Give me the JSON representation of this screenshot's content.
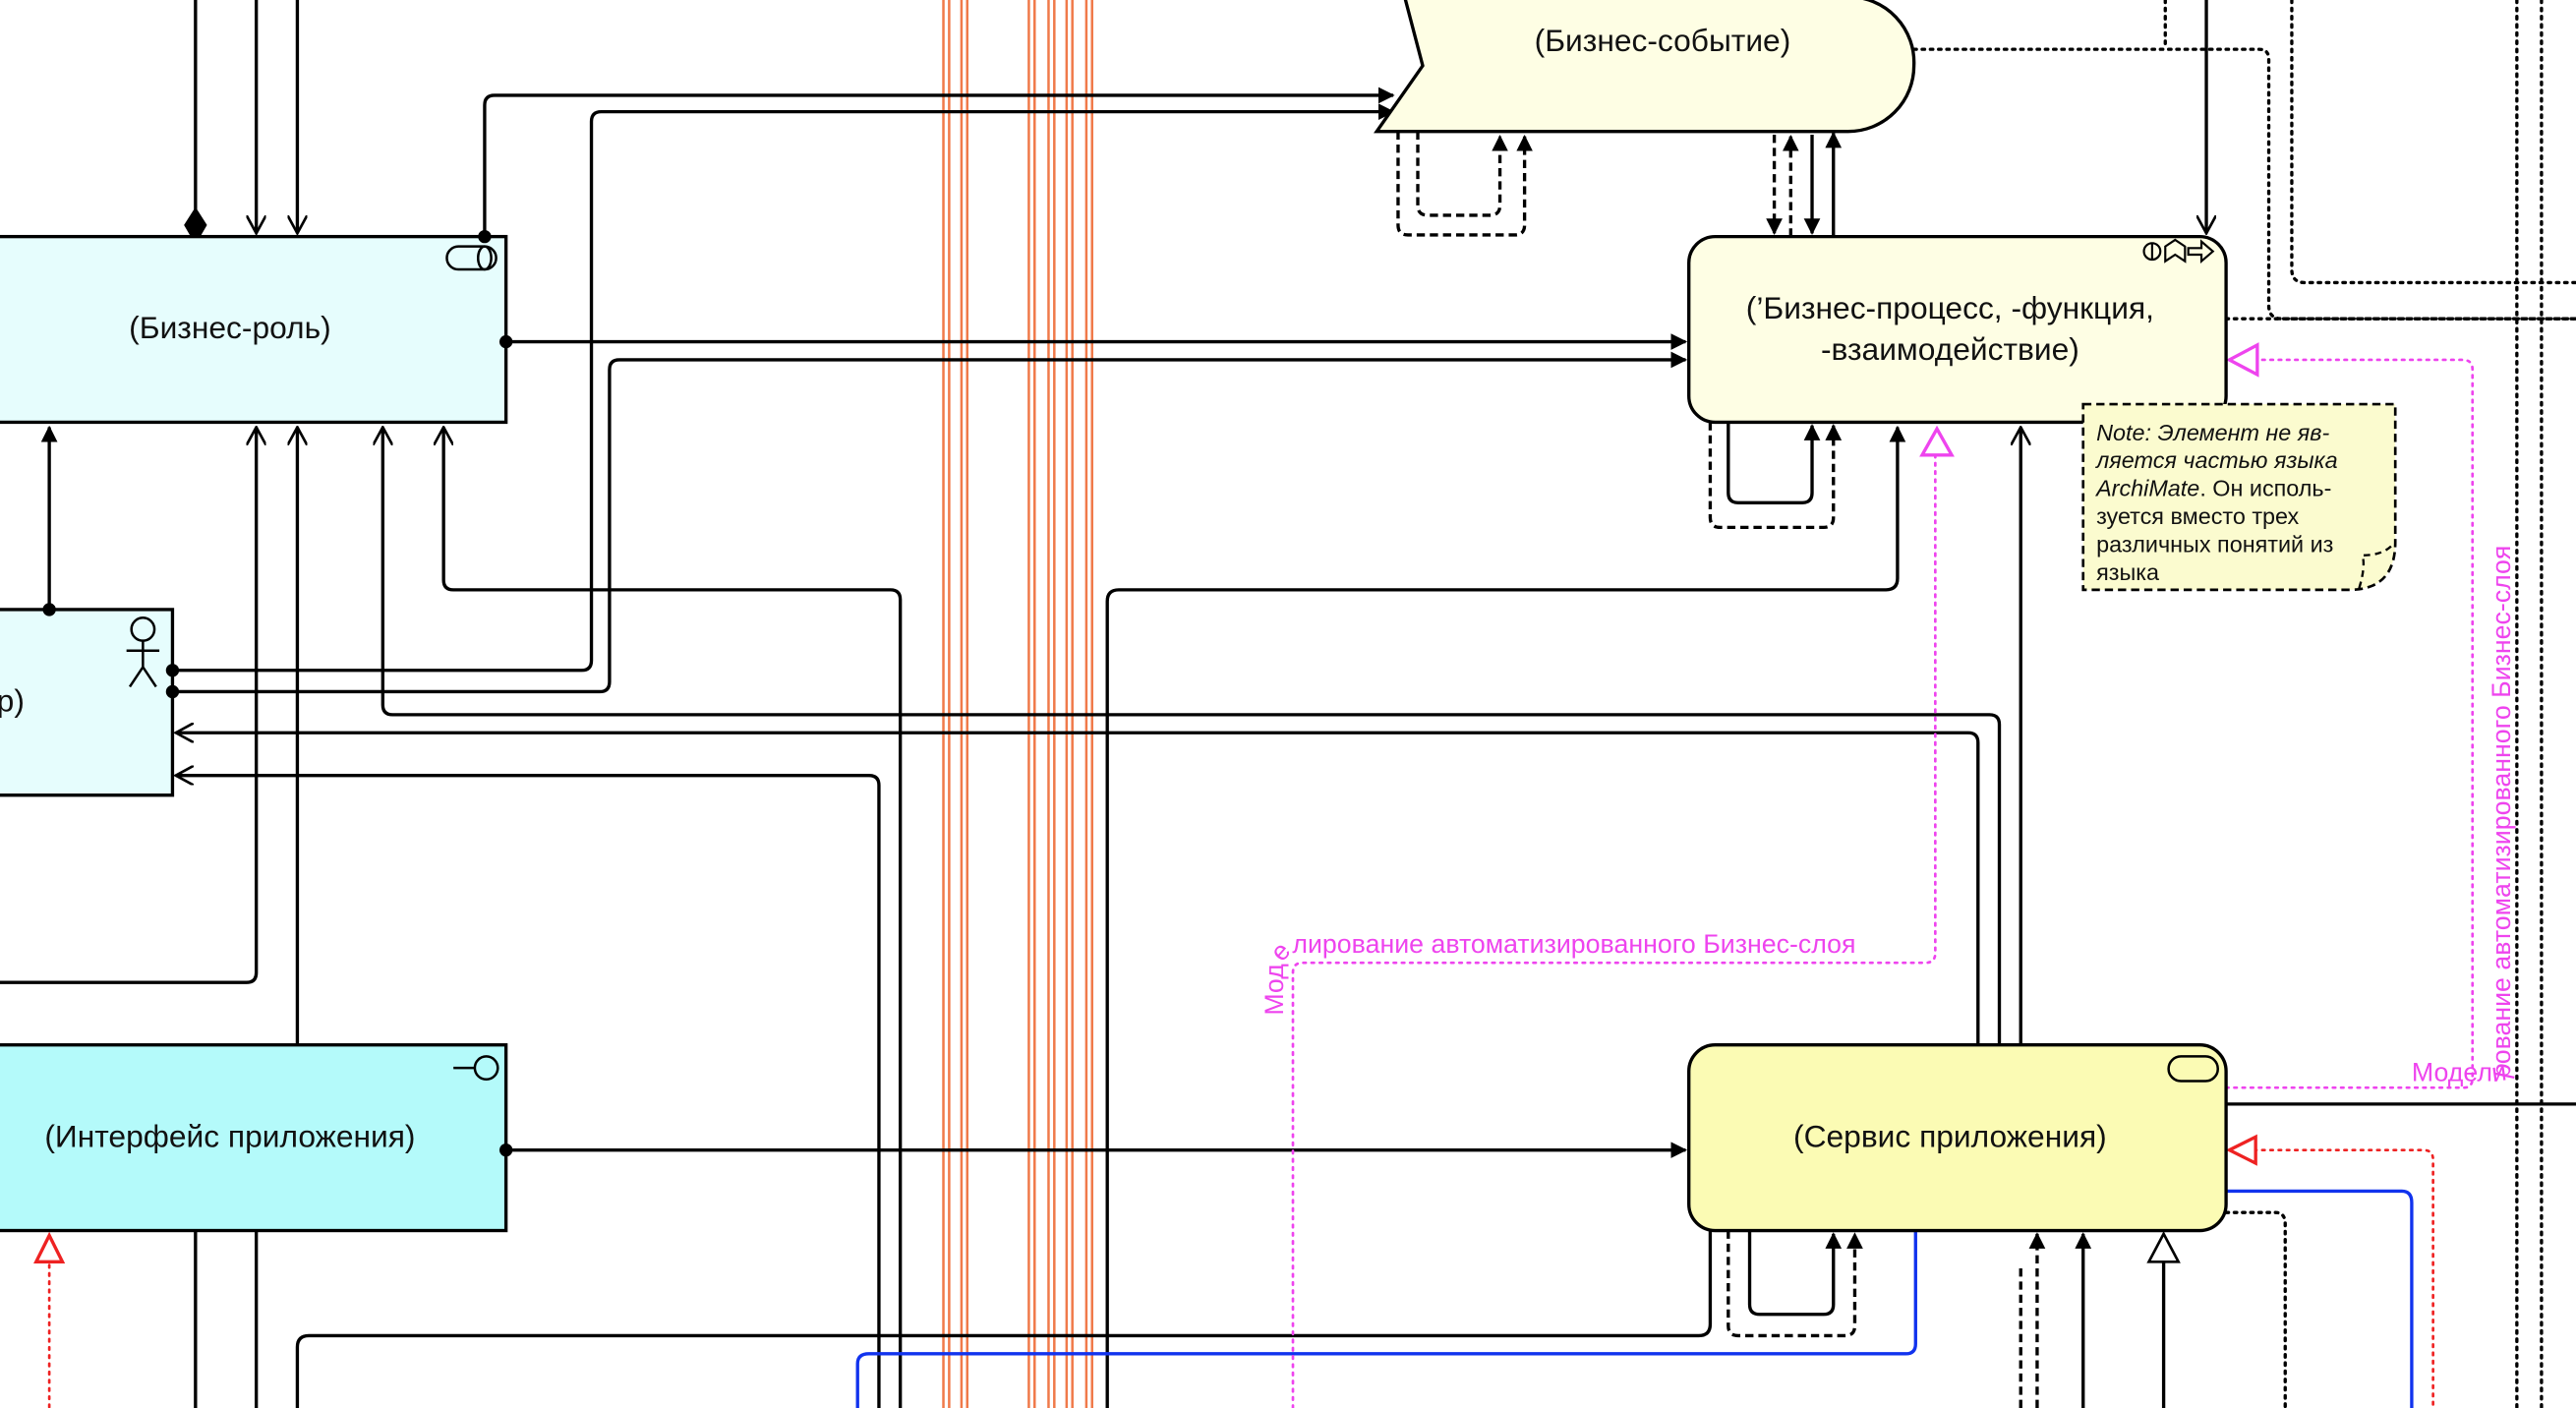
{
  "elements": {
    "business_event": "(Бизнес-событие)",
    "business_role": "(Бизнес-роль)",
    "business_actor_partial": "р)",
    "business_process_line1": "(’Бизнес-процесс, -функция,",
    "business_process_line2": "-взаимодействие)",
    "application_interface": "(Интерфейс приложения)",
    "application_service": "(Сервис приложения)"
  },
  "note": {
    "italic_prefix": "Note: Элемент не яв-",
    "line2": "ляется частью языка",
    "line3_italic": "ArchiMate",
    "line3_rest": ". Он исполь-",
    "line4": "зуется вместо трех",
    "line5": "различных понятий из",
    "line6": "языка"
  },
  "labels": {
    "realization_1": "Моделирование автоматизированного Бизнес-слоя",
    "realization_2": "Моделирование автоматизированного Бизнес-слоя"
  },
  "colors": {
    "business": "#fefee4",
    "business_role": "#e6fdfd",
    "application_interface": "#b4fafa",
    "application_service": "#fbfbb4",
    "note": "#fbfbcf",
    "realization_pink": "#ee44ee",
    "orange_lines": "#f07a4a",
    "blue_lines": "#1133ee"
  }
}
